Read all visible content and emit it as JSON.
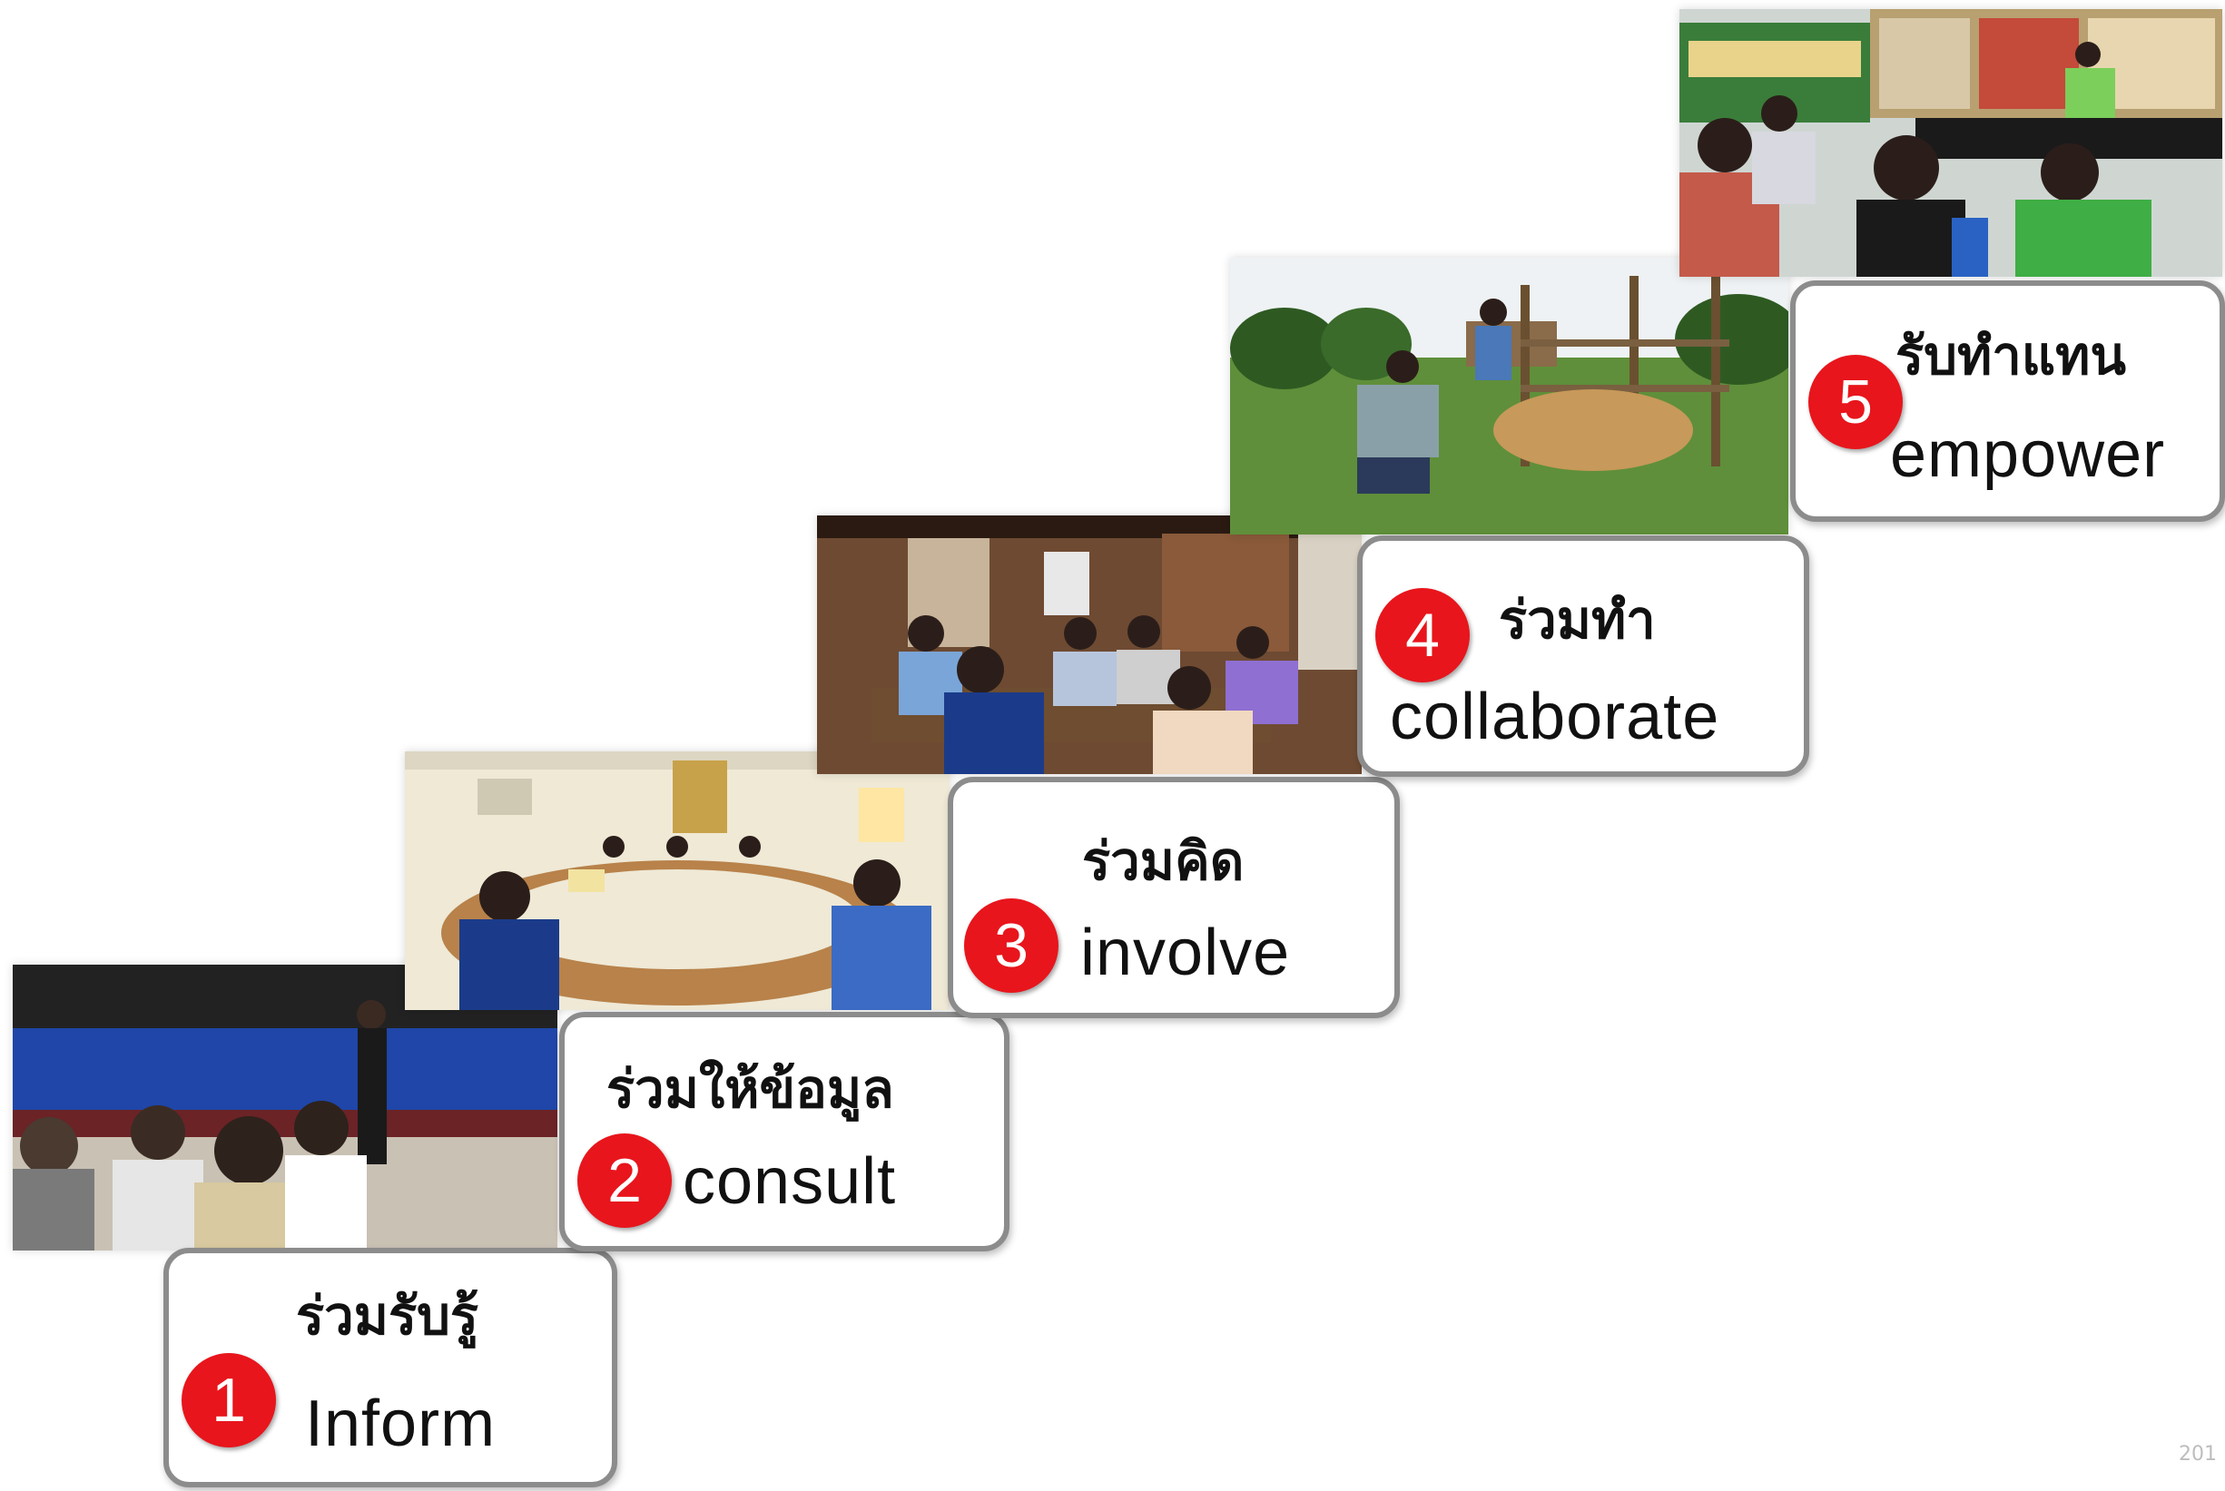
{
  "steps": [
    {
      "number": "1",
      "thai": "ร่วมรับรู้",
      "english": "Inform",
      "photo": "public-meeting-speaker-photo"
    },
    {
      "number": "2",
      "thai": "ร่วมให้ข้อมูล",
      "english": "consult",
      "photo": "round-table-meeting-photo"
    },
    {
      "number": "3",
      "thai": "ร่วมคิด",
      "english": "involve",
      "photo": "group-discussion-photo"
    },
    {
      "number": "4",
      "thai": "ร่วมทำ",
      "english": "collaborate",
      "photo": "fieldwork-livestock-photo"
    },
    {
      "number": "5",
      "thai": "รับทำแทน",
      "english": "empower",
      "photo": "exhibition-presentation-photo"
    }
  ],
  "footer": {
    "text": "201"
  },
  "colors": {
    "badge": "#e8151c",
    "box_border": "#8c8c8c",
    "background": "#ffffff"
  }
}
